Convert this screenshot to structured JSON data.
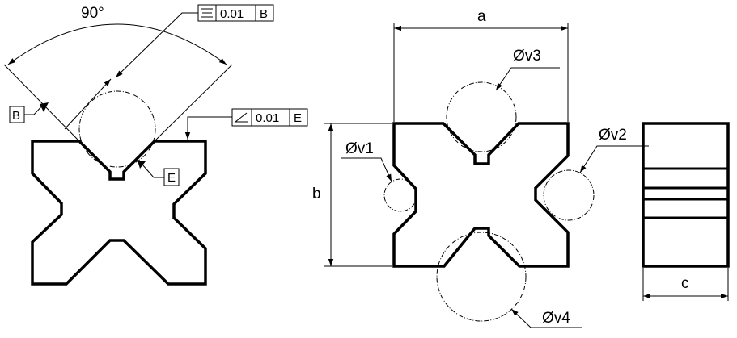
{
  "left_view": {
    "angle_label": "90°",
    "symmetry_fcf": {
      "symbol": "symmetry-icon",
      "tolerance": "0.01",
      "datum": "B"
    },
    "angularity_fcf": {
      "symbol": "angularity-icon",
      "tolerance": "0.01",
      "datum": "E"
    },
    "datum_b": "B",
    "datum_e": "E"
  },
  "front_view": {
    "dim_a": "a",
    "dim_b": "b",
    "dia_v1": "Øv1",
    "dia_v2": "Øv2",
    "dia_v3": "Øv3",
    "dia_v4": "Øv4"
  },
  "side_view": {
    "dim_c": "c"
  }
}
